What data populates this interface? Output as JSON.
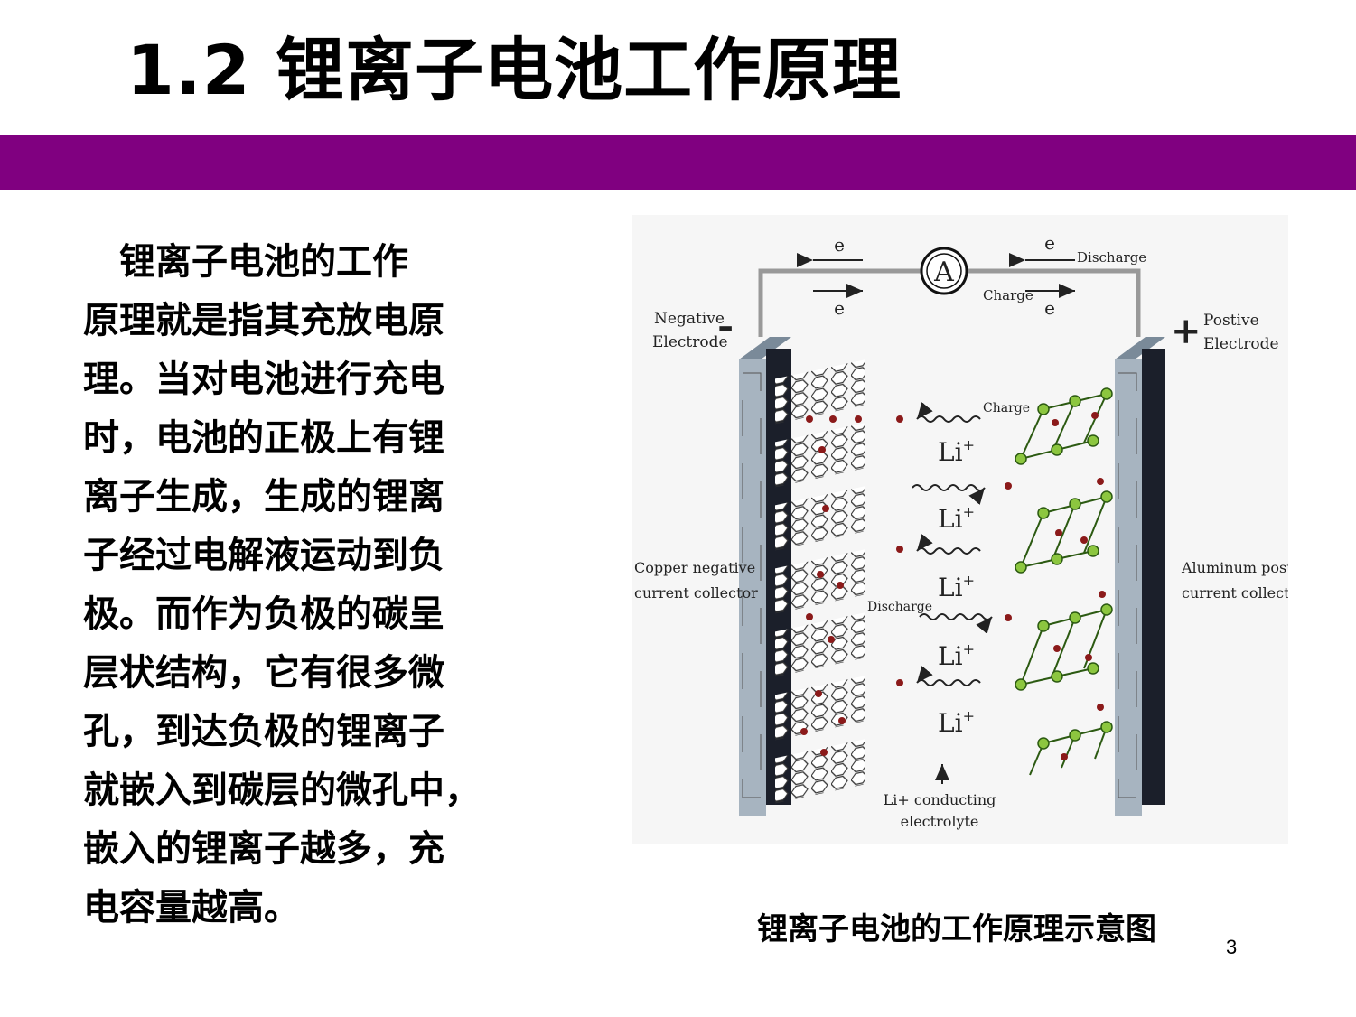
{
  "slide": {
    "title": "1.2  锂离子电池工作原理",
    "body_lines": [
      "　锂离子电池的工作",
      "原理就是指其充放电原",
      "理。当对电池进行充电",
      "时，电池的正极上有锂",
      "离子生成，生成的锂离",
      "子经过电解液运动到负",
      "极。而作为负极的碳呈",
      "层状结构，它有很多微",
      "孔，到达负极的锂离子",
      "就嵌入到碳层的微孔中，",
      "嵌入的锂离子越多，充",
      "电容量越高。"
    ],
    "caption": "锂离子电池的工作原理示意图",
    "page_number": "3",
    "band_color": "#800080"
  },
  "diagram": {
    "electron_symbol": "e",
    "ammeter_label": "A",
    "discharge_top": "Discharge",
    "charge_top": "Charge",
    "negative_electrode": [
      "Negative",
      "Electrode"
    ],
    "positive_electrode": [
      "Postive",
      "Electrode"
    ],
    "minus_sign": "-",
    "plus_sign": "+",
    "copper_collector": [
      "Copper negative",
      "current collector"
    ],
    "aluminum_collector": [
      "Aluminum postive",
      "current collector"
    ],
    "li_ion": "Li",
    "li_superscript": "+",
    "charge_label": "Charge",
    "discharge_label": "Discharge",
    "electrolyte": [
      "Li+ conducting",
      "electrolyte"
    ]
  }
}
